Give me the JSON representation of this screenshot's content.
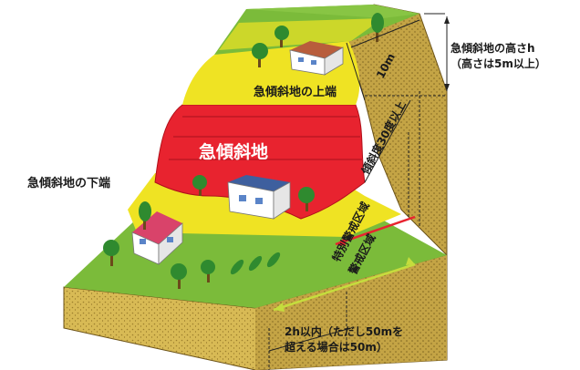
{
  "labels": {
    "height_title": "急傾斜地の高さh",
    "height_note": "（高さは5m以上）",
    "upper_edge": "急傾斜地の上端",
    "distance_top": "10m",
    "steep_slope": "急傾斜地",
    "lower_edge": "急傾斜地の下端",
    "slope_angle": "傾斜度30度以上",
    "special_zone": "特別警戒区域",
    "warning_zone": "警戒区域",
    "distance_bottom_line1": "2h以内（ただし50mを",
    "distance_bottom_line2": "超える場合は50m）"
  },
  "colors": {
    "green": "#7bbb3a",
    "yellow": "#efe323",
    "red": "#e8232f",
    "earth": "#d8ba55",
    "earth_dark": "#b99a3a",
    "roof_red": "#d9436a",
    "roof_blue": "#3e5f9e",
    "roof_brown": "#b85d3c"
  }
}
